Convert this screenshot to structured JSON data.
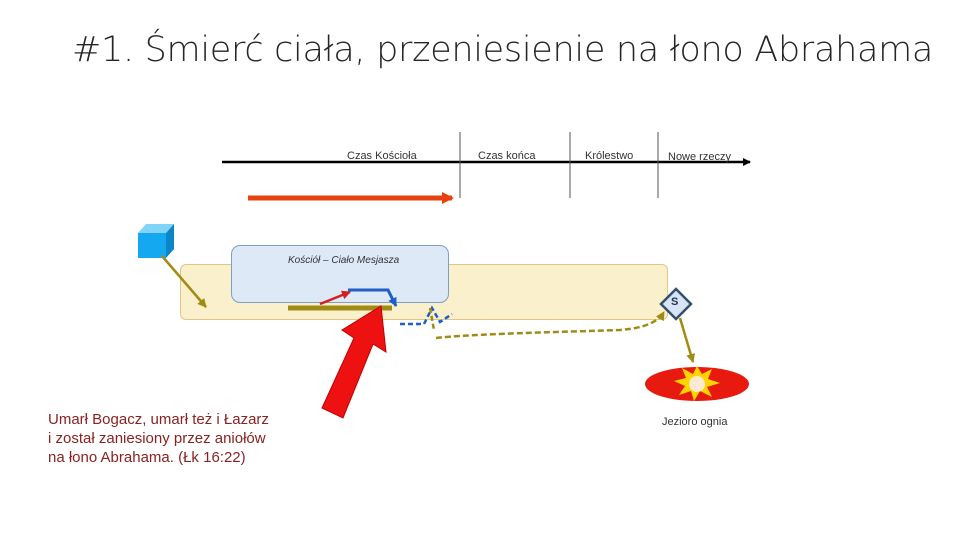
{
  "title": "#1. Śmierć ciała, przeniesienie na łono Abrahama",
  "timeline": {
    "labels": [
      "Czas Kościoła",
      "Czas końca",
      "Królestwo",
      "Nowe rzeczy"
    ]
  },
  "church_label": "Kościół – Ciało Mesjasza",
  "satan_badge": "S",
  "lake_label": "Jezioro ognia",
  "quote": "Umarł Bogacz, umarł też i Łazarz\ni został zaniesiony przez aniołów\nna łono Abrahama. (Łk 16:22)",
  "colors": {
    "timeline": "#000000",
    "progress_arrow": "#e8400e",
    "big_arrow": "#ee1111",
    "path": "#a08c14",
    "blue": "#1f5fc7",
    "cube": "#14a8f0",
    "fire": "#e81a10"
  }
}
